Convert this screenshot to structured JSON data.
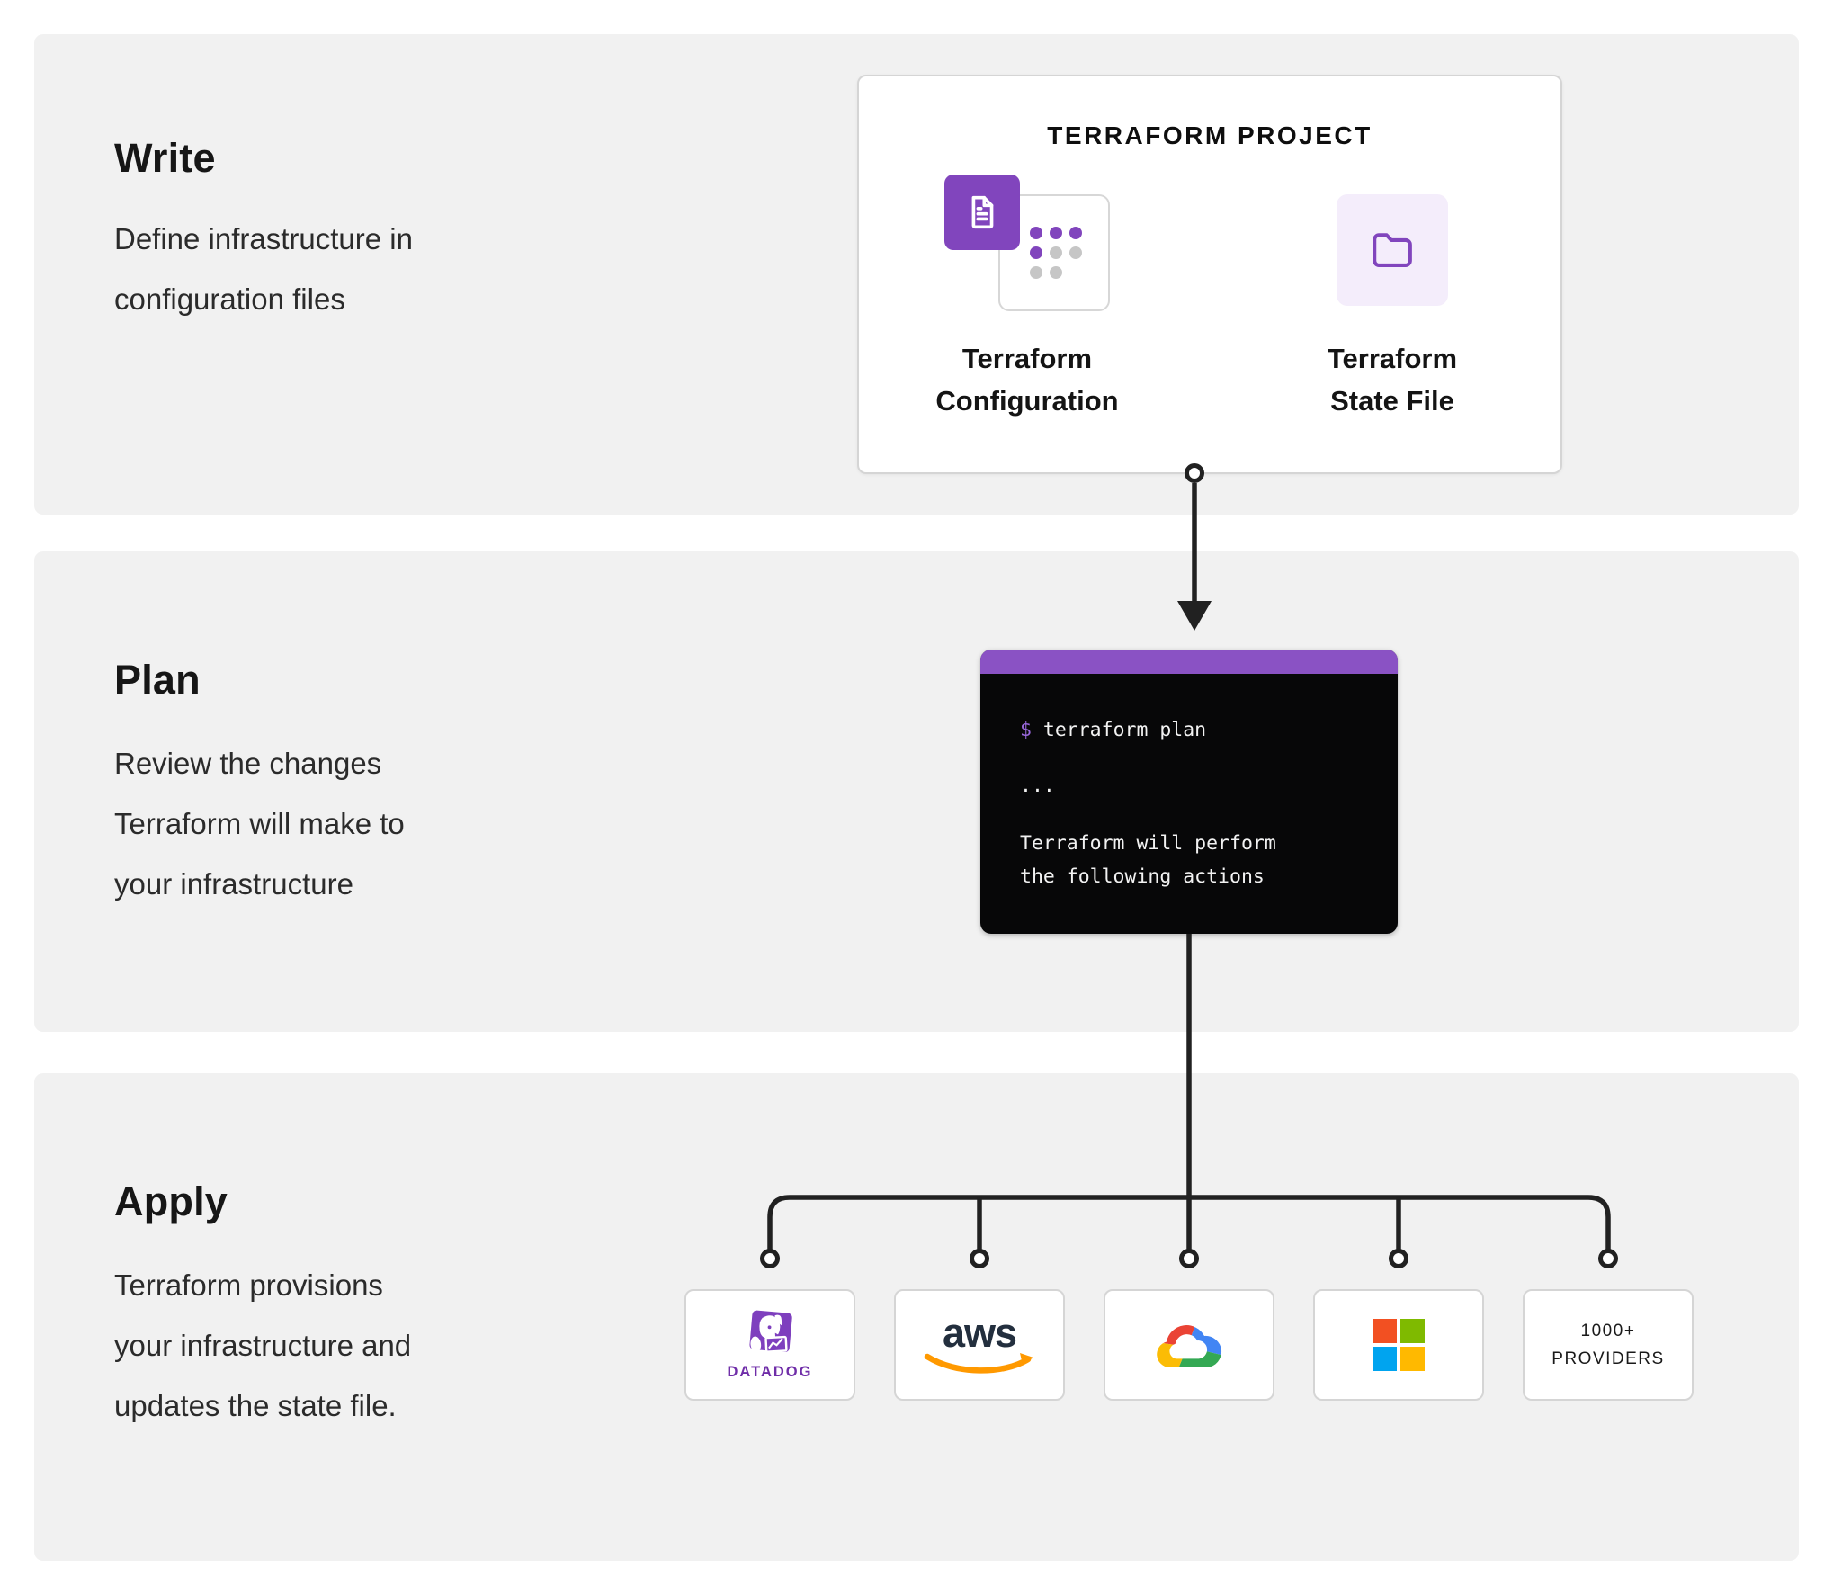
{
  "sections": {
    "write": {
      "heading": "Write",
      "lines": [
        "Define infrastructure in",
        "configuration files"
      ]
    },
    "plan": {
      "heading": "Plan",
      "lines": [
        "Review the changes",
        "Terraform will make to",
        "your infrastructure"
      ]
    },
    "apply": {
      "heading": "Apply",
      "lines": [
        "Terraform provisions",
        "your infrastructure and",
        "updates the state file."
      ]
    }
  },
  "project": {
    "title": "TERRAFORM PROJECT",
    "config_label": {
      "line1": "Terraform",
      "line2": "Configuration"
    },
    "state_label": {
      "line1": "Terraform",
      "line2": "State File"
    }
  },
  "terminal": {
    "prompt": "$",
    "command": "terraform plan",
    "ellipsis": "...",
    "output": [
      "Terraform will perform",
      "the following actions"
    ]
  },
  "providers": [
    {
      "name": "Datadog",
      "wordmark": "DATADOG"
    },
    {
      "name": "AWS",
      "wordmark": "aws"
    },
    {
      "name": "Google Cloud"
    },
    {
      "name": "Microsoft"
    },
    {
      "name": "1000+ Providers",
      "line1": "1000+",
      "line2": "PROVIDERS"
    }
  ],
  "colors": {
    "purple": "#8145BD",
    "lavender": "#F4EDFB",
    "termheader": "#8A52C4",
    "termbg": "#070708",
    "termprompt": "#9A68DD",
    "band": "#F1F1F1",
    "line": "#212121",
    "cardborder": "#D5D5D5",
    "ink": "#161616",
    "body": "#2B2B2B",
    "ddsquare": "#7E3FBE",
    "datadog": "#6F2DA8",
    "awsnavy": "#232F3E",
    "awsorange": "#FF9900",
    "msred": "#F25022",
    "msgreen": "#7FBA00",
    "msblue": "#00A4EF",
    "msyellow": "#FFB900",
    "gblue": "#4285F4",
    "gred": "#EA4335",
    "gyellow": "#FBBC05",
    "ggreen": "#34A853"
  }
}
